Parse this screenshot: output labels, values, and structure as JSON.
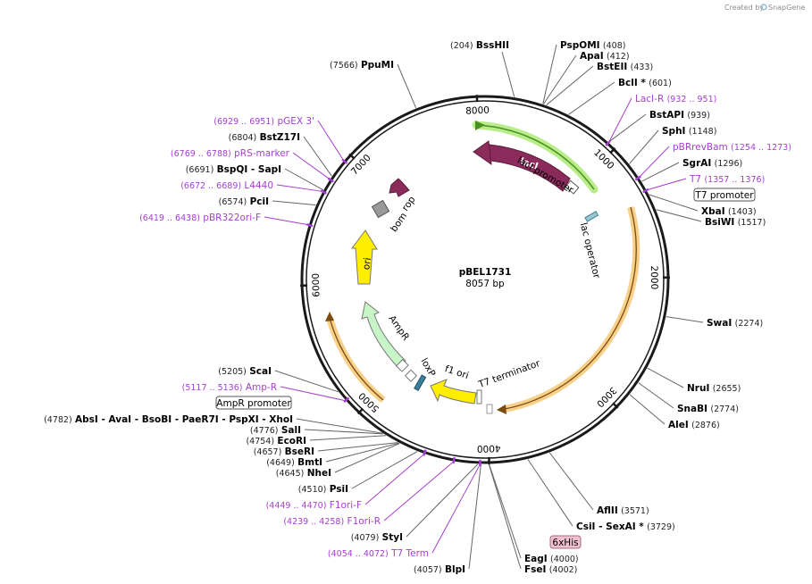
{
  "credit": {
    "prefix": "Created by",
    "brand": "SnapGene"
  },
  "plasmid": {
    "name": "pBEL1731",
    "length": "8057 bp",
    "total_bp": 8057
  },
  "ticks": [
    {
      "bp": 1000,
      "label": "1000"
    },
    {
      "bp": 2000,
      "label": "2000"
    },
    {
      "bp": 3000,
      "label": "3000"
    },
    {
      "bp": 4000,
      "label": "4000"
    },
    {
      "bp": 5000,
      "label": "5000"
    },
    {
      "bp": 6000,
      "label": "6000"
    },
    {
      "bp": 7000,
      "label": "7000"
    },
    {
      "bp": 8000,
      "label": "8000"
    }
  ],
  "colors": {
    "backbone": "#1a1a1a",
    "lacI": "#8a2b5b",
    "lacI_promoter_glow": "#8fd14f",
    "orange_glow": "#f0a830",
    "ori": "#ffee00",
    "AmpR": "#c8f5c8",
    "f1ori": "#ffee00",
    "rop": "#8a2b5b",
    "bom": "#999999",
    "loxP": "#3c7f9f",
    "label_purple": "#a53fd1",
    "sixhis_fill": "#f0c0d0"
  },
  "features": {
    "lacI": "lacI",
    "lacI_promoter": "lacI promoter",
    "lac_operator": "lac operator",
    "rop": "rop",
    "bom": "bom",
    "ori": "ori",
    "AmpR": "AmpR",
    "loxP": "loxP",
    "f1_ori": "f1 ori",
    "T7_terminator": "T7 terminator"
  },
  "boxed_labels": {
    "t7_promoter": "T7 promoter",
    "ampr_promoter": "AmpR promoter",
    "sixhis": "6xHis"
  },
  "sites": [
    {
      "id": "bsshii",
      "pos": "(204)",
      "name": "BssHII",
      "style": "enzyme"
    },
    {
      "id": "pspomi",
      "pos": "(408)",
      "name": "PspOMI",
      "style": "enzyme"
    },
    {
      "id": "apai",
      "pos": "(412)",
      "name": "ApaI",
      "style": "enzyme"
    },
    {
      "id": "bsteii",
      "pos": "(433)",
      "name": "BstEII",
      "style": "enzyme"
    },
    {
      "id": "bcli",
      "pos": "(601)",
      "name": "BclI *",
      "style": "enzyme"
    },
    {
      "id": "lacir",
      "pos": "(932 .. 951)",
      "name": "LacI-R",
      "style": "primer"
    },
    {
      "id": "bstapi",
      "pos": "(939)",
      "name": "BstAPI",
      "style": "enzyme"
    },
    {
      "id": "sphi",
      "pos": "(1148)",
      "name": "SphI",
      "style": "enzyme"
    },
    {
      "id": "pbrrevbam",
      "pos": "(1254 .. 1273)",
      "name": "pBRrevBam",
      "style": "primer"
    },
    {
      "id": "sgrai",
      "pos": "(1296)",
      "name": "SgrAI",
      "style": "enzyme"
    },
    {
      "id": "t7",
      "pos": "(1357 .. 1376)",
      "name": "T7",
      "style": "primer"
    },
    {
      "id": "xbai",
      "pos": "(1403)",
      "name": "XbaI",
      "style": "enzyme"
    },
    {
      "id": "bsiwi",
      "pos": "(1517)",
      "name": "BsiWI",
      "style": "enzyme"
    },
    {
      "id": "swai",
      "pos": "(2274)",
      "name": "SwaI",
      "style": "enzyme"
    },
    {
      "id": "nrui",
      "pos": "(2655)",
      "name": "NruI",
      "style": "enzyme"
    },
    {
      "id": "snabi",
      "pos": "(2774)",
      "name": "SnaBI",
      "style": "enzyme"
    },
    {
      "id": "alei",
      "pos": "(2876)",
      "name": "AleI",
      "style": "enzyme"
    },
    {
      "id": "aflii",
      "pos": "(3571)",
      "name": "AflII",
      "style": "enzyme"
    },
    {
      "id": "csi",
      "pos": "(3729)",
      "name": "CsiI  - SexAI *",
      "style": "enzyme"
    },
    {
      "id": "eagi",
      "pos": "(4000)",
      "name": "EagI",
      "style": "enzyme"
    },
    {
      "id": "fsei",
      "pos": "(4002)",
      "name": "FseI",
      "style": "enzyme"
    },
    {
      "id": "blpi",
      "pos": "(4057)",
      "name": "BlpI",
      "style": "enzyme"
    },
    {
      "id": "t7term",
      "pos": "(4054 .. 4072)",
      "name": "T7 Term",
      "style": "primer"
    },
    {
      "id": "styi",
      "pos": "(4079)",
      "name": "StyI",
      "style": "enzyme"
    },
    {
      "id": "f1orir",
      "pos": "(4239 .. 4258)",
      "name": "F1ori-R",
      "style": "primer"
    },
    {
      "id": "f1orif",
      "pos": "(4449 .. 4470)",
      "name": "F1ori-F",
      "style": "primer"
    },
    {
      "id": "psii",
      "pos": "(4510)",
      "name": "PsiI",
      "style": "enzyme"
    },
    {
      "id": "nhei",
      "pos": "(4645)",
      "name": "NheI",
      "style": "enzyme"
    },
    {
      "id": "bmti",
      "pos": "(4649)",
      "name": "BmtI",
      "style": "enzyme"
    },
    {
      "id": "bseri",
      "pos": "(4657)",
      "name": "BseRI",
      "style": "enzyme"
    },
    {
      "id": "ecori",
      "pos": "(4754)",
      "name": "EcoRI",
      "style": "enzyme"
    },
    {
      "id": "sali",
      "pos": "(4776)",
      "name": "SalI",
      "style": "enzyme"
    },
    {
      "id": "absi",
      "pos": "(4782)",
      "name": "AbsI   - AvaI   - BsoBI   - PaeR7I   - PspXI   - XhoI",
      "style": "enzyme"
    },
    {
      "id": "ampr_primer",
      "pos": "(5117 .. 5136)",
      "name": "Amp-R",
      "style": "primer"
    },
    {
      "id": "scai",
      "pos": "(5205)",
      "name": "ScaI",
      "style": "enzyme"
    },
    {
      "id": "pbr322",
      "pos": "(6419 .. 6438)",
      "name": "pBR322ori-F",
      "style": "primer"
    },
    {
      "id": "pcii",
      "pos": "(6574)",
      "name": "PciI",
      "style": "enzyme"
    },
    {
      "id": "l4440",
      "pos": "(6672 .. 6689)",
      "name": "L4440",
      "style": "primer"
    },
    {
      "id": "bspqi",
      "pos": "(6691)",
      "name": "BspQI   - SapI",
      "style": "enzyme"
    },
    {
      "id": "prsmarker",
      "pos": "(6769 .. 6788)",
      "name": "pRS-marker",
      "style": "primer"
    },
    {
      "id": "bstz17i",
      "pos": "(6804)",
      "name": "BstZ17I",
      "style": "enzyme"
    },
    {
      "id": "pgex3",
      "pos": "(6929 .. 6951)",
      "name": "pGEX 3'",
      "style": "primer"
    },
    {
      "id": "ppumi",
      "pos": "(7566)",
      "name": "PpuMI",
      "style": "enzyme"
    }
  ]
}
